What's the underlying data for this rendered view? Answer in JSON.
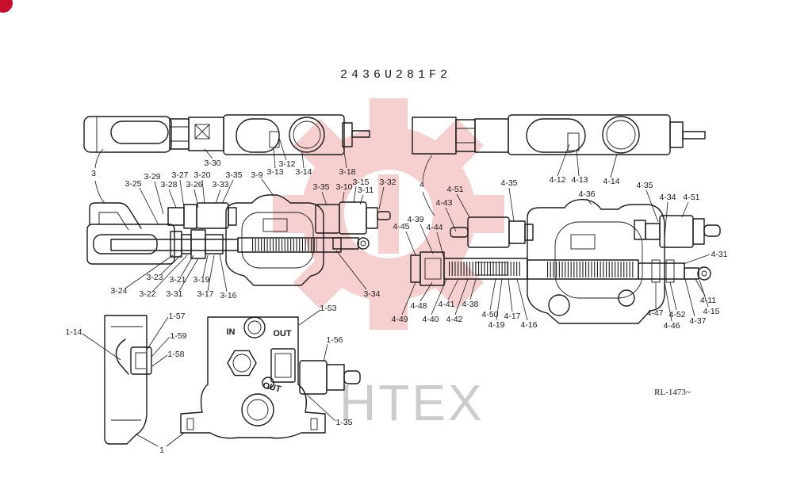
{
  "document": {
    "drawing_number": "2436U281F2",
    "reference": "RL-1473~"
  },
  "watermark": {
    "text": "HTEX"
  },
  "port_labels": {
    "in": "IN",
    "out_upper": "OUT",
    "out_lower": "OUT"
  },
  "callouts": {
    "upper_left": [
      "3",
      "3-30",
      "3-13",
      "3-12",
      "3-14",
      "3-18"
    ],
    "middle_left": [
      "3-29",
      "3-27",
      "3-20",
      "3-35",
      "3-9",
      "3-25",
      "3-28",
      "3-26",
      "3-33",
      "3-35",
      "3-10",
      "3-15",
      "3-11",
      "3-32",
      "3-23",
      "3-21",
      "3-19",
      "3-24",
      "3-22",
      "3-31",
      "3-17",
      "3-16",
      "3-34"
    ],
    "upper_right": [
      "4",
      "4-12",
      "4-13",
      "4-14"
    ],
    "middle_right": [
      "4-51",
      "4-35",
      "4-36",
      "4-35",
      "4-34",
      "4-51",
      "4-43",
      "4-39",
      "4-45",
      "4-44",
      "4-31",
      "4-48",
      "4-41",
      "4-38",
      "4-50",
      "4-17",
      "4-49",
      "4-40",
      "4-42",
      "4-19",
      "4-16",
      "4-11",
      "4-47",
      "4-52",
      "4-15",
      "4-46",
      "4-37"
    ],
    "lower_left": [
      "1-14",
      "1-57",
      "1-59",
      "1-58",
      "1-53",
      "1-56",
      "1-35",
      "1"
    ]
  },
  "colors": {
    "line": "#1a1a1a",
    "background": "#ffffff",
    "watermark_logo": "#f6d0d0",
    "watermark_text": "#cccccc",
    "badge": "#c8102e"
  }
}
